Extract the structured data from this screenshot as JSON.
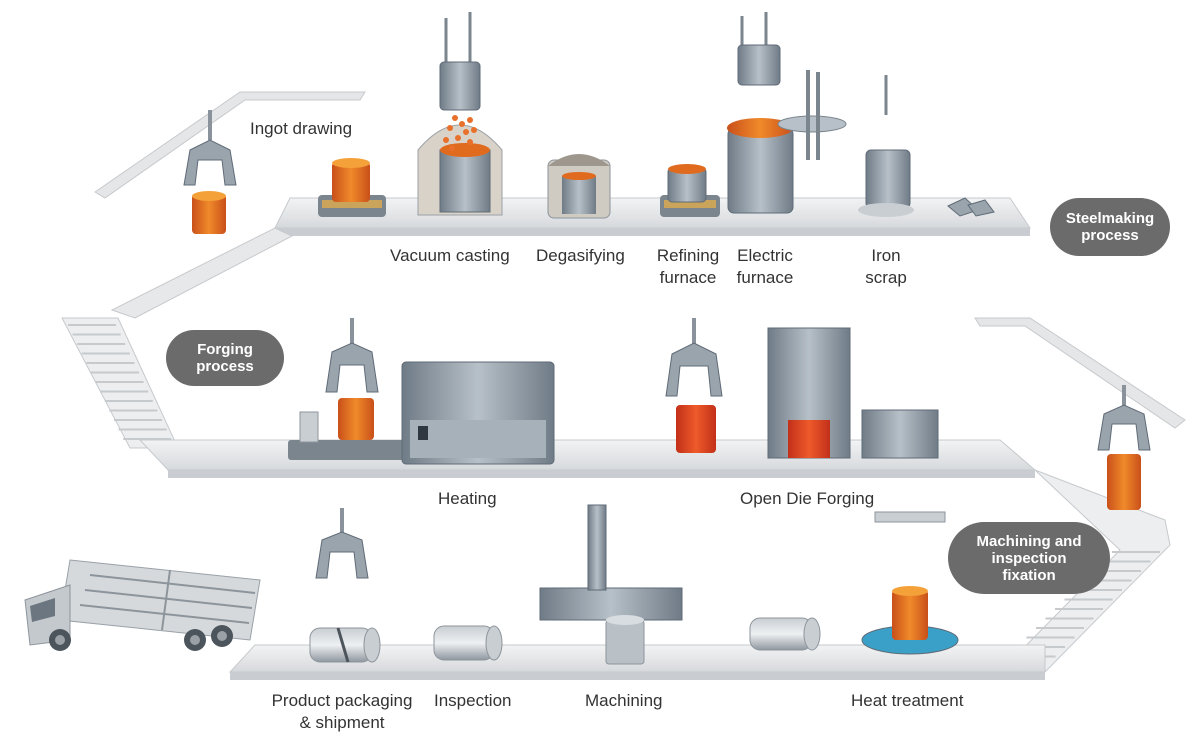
{
  "stages": {
    "ingot_drawing": "Ingot drawing",
    "vacuum_casting": "Vacuum casting",
    "degasifying": "Degasifying",
    "refining_furnace": [
      "Refining",
      "furnace"
    ],
    "electric_furnace": [
      "Electric",
      "furnace"
    ],
    "iron_scrap": [
      "Iron",
      "scrap"
    ],
    "heating": "Heating",
    "open_die_forging": "Open Die Forging",
    "product_packaging": [
      "Product packaging",
      "& shipment"
    ],
    "inspection": "Inspection",
    "machining": "Machining",
    "heat_treatment": "Heat treatment"
  },
  "process_badges": {
    "steelmaking": [
      "Steelmaking",
      "process"
    ],
    "forging": [
      "Forging",
      "process"
    ],
    "machining": [
      "Machining and",
      "inspection",
      "fixation"
    ]
  },
  "colors": {
    "belt": "#e9eaec",
    "belt_edge": "#c9ccd0",
    "machine": "#8e9aa6",
    "machine_dark": "#5f6b77",
    "molten": "#e06a1e",
    "molten_light": "#f4a13a",
    "badge": "#6b6b6b",
    "water": "#3aa0c8"
  }
}
